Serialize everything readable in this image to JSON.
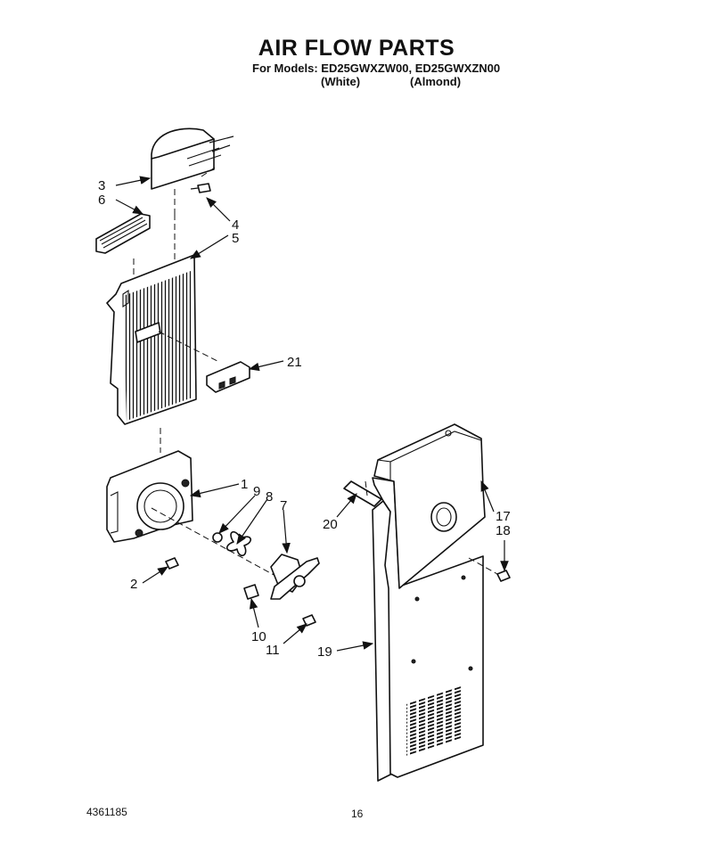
{
  "header": {
    "title": "AIR FLOW PARTS",
    "models_line": "For Models: ED25GWXZW00, ED25GWXZN00",
    "variant_white": "(White)",
    "variant_almond": "(Almond)"
  },
  "callouts": {
    "c1": "1",
    "c2": "2",
    "c3": "3",
    "c4": "4",
    "c5": "5",
    "c6": "6",
    "c7": "7",
    "c8": "8",
    "c9": "9",
    "c10": "10",
    "c11": "11",
    "c17": "17",
    "c18": "18",
    "c19": "19",
    "c20": "20",
    "c21": "21"
  },
  "footer": {
    "doc_number": "4361185",
    "page_number": "16"
  }
}
